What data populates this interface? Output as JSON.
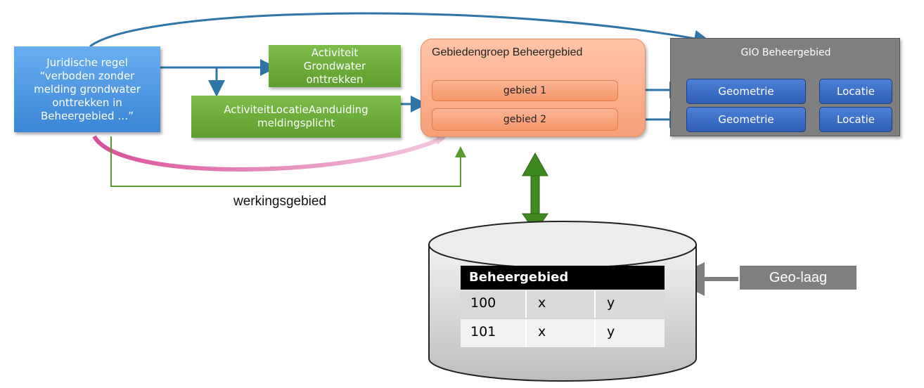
{
  "regel_text": "Juridische regel “verboden zonder melding grondwater onttrekken in Beheergebied …”",
  "activiteit_text": "Activiteit Grondwater onttrekken",
  "ala_text": "ActiviteitLocatieAanduiding meldingsplicht",
  "groep_title": "Gebiedengroep Beheergebied",
  "gebied_1": "gebied 1",
  "gebied_2": "gebied 2",
  "gio_title": "GIO Beheergebied",
  "geometrie_1": "Geometrie",
  "locatie_1": "Locatie",
  "geometrie_2": "Geometrie",
  "locatie_2": "Locatie",
  "werkingsgebied": "werkingsgebied",
  "geolaag": "Geo-laag",
  "table": {
    "header": "Beheergebied",
    "rows": [
      [
        "100",
        "x",
        "y"
      ],
      [
        "101",
        "x",
        "y"
      ]
    ]
  }
}
